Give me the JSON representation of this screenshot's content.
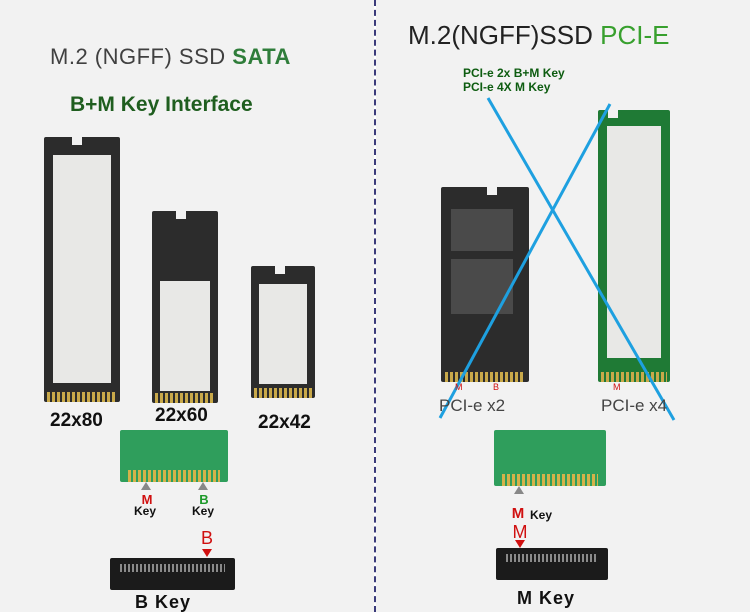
{
  "left": {
    "title_main": "M.2 (NGFF) SSD ",
    "title_accent": "SATA",
    "subtitle": "B+M Key Interface",
    "sizes": [
      "22x80",
      "22x60",
      "22x42"
    ],
    "key_m_letter": "M",
    "key_b_letter": "B",
    "key_word": "Key",
    "socket_letter": "B",
    "socket_label": "B Key"
  },
  "right": {
    "title_main": "M.2(NGFF)SSD ",
    "title_accent": "PCI-E",
    "note_line1": "PCI-e 2x B+M Key",
    "note_line2": "PCI-e 4X M Key",
    "drive_labels": [
      "PCI-e x2",
      "PCI-e x4"
    ],
    "pin_m": "M",
    "pin_b": "B",
    "key_m_letter": "M",
    "key_word": "Key",
    "socket_letter": "M",
    "socket_label": "M Key"
  },
  "colors": {
    "accent_green": "#2f7d3a",
    "cross_lines": "#1ea0e0",
    "key_red": "#d01010",
    "key_green": "#1d9a2a"
  }
}
